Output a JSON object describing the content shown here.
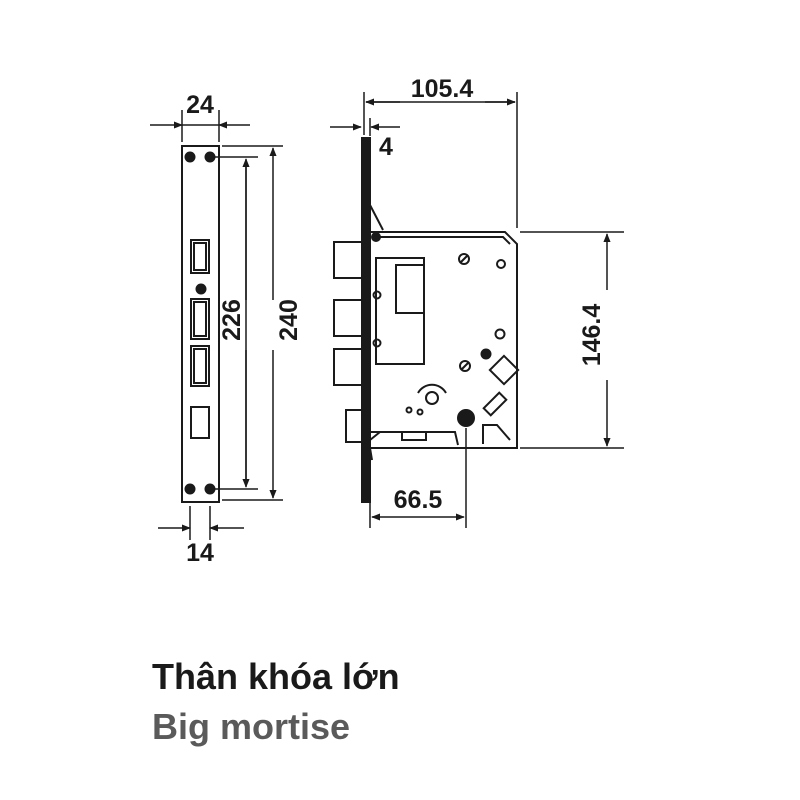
{
  "dimensions": {
    "faceplate_width": "24",
    "backset_width": "14",
    "hole_spacing": "226",
    "faceplate_length": "240",
    "case_length": "105.4",
    "faceplate_thickness": "4",
    "case_height": "146.4",
    "backset": "66.5"
  },
  "caption": {
    "vietnamese": "Thân khóa lớn",
    "english": "Big mortise"
  },
  "colors": {
    "line": "#1a1a1a",
    "caption_primary": "#1a1a1a",
    "caption_secondary": "#5a5a5a"
  }
}
